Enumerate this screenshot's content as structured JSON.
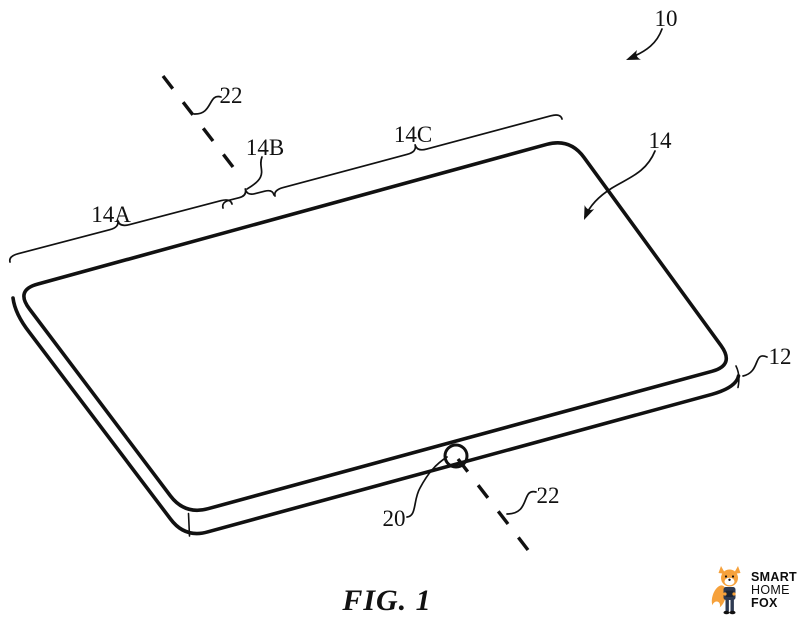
{
  "figure": {
    "caption": "FIG. 1",
    "ref_device_assembly": "10",
    "ref_housing_edge": "12",
    "ref_display": "14",
    "ref_display_region_a": "14A",
    "ref_display_region_b": "14B",
    "ref_display_region_c": "14C",
    "ref_hinge_point": "20",
    "ref_fold_axis_top": "22",
    "ref_fold_axis_bottom": "22"
  },
  "logo": {
    "line1": "SMART",
    "line2": "HOME",
    "line3": "FOX"
  },
  "colors": {
    "ink": "#111111",
    "fox_orange": "#F6A13B",
    "fox_navy": "#2E3A52"
  }
}
